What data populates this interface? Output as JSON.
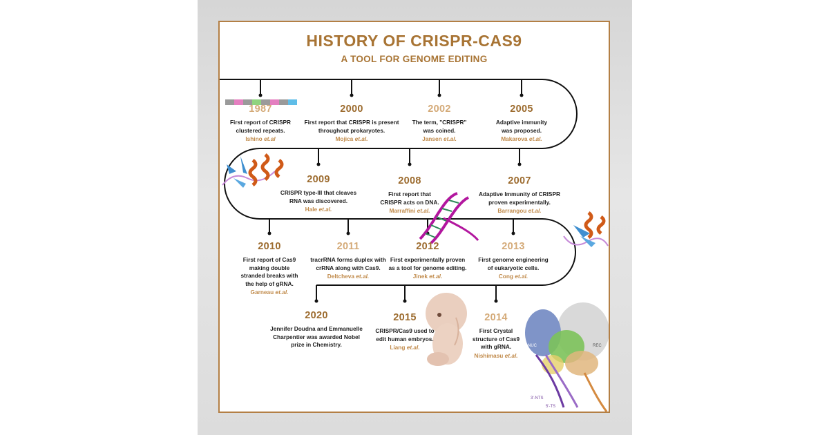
{
  "poster": {
    "title": "HISTORY OF CRISPR-CAS9",
    "subtitle": "A TOOL FOR GENOME EDITING",
    "colors": {
      "dark_gold": "#9c6b2e",
      "light_gold": "#d4aa78",
      "border": "#b37f45"
    }
  },
  "events": [
    {
      "year": "1987",
      "desc": [
        "First report of CRISPR",
        "clustered repeats."
      ],
      "author": "Ishino",
      "etal": "et.al"
    },
    {
      "year": "2000",
      "desc": [
        "First report that CRISPR is present",
        "throughout prokaryotes."
      ],
      "author": "Mojica",
      "etal": "et.al."
    },
    {
      "year": "2002",
      "desc": [
        "The term, \"CRISPR\"",
        "was coined."
      ],
      "author": "Jansen",
      "etal": "et.al."
    },
    {
      "year": "2005",
      "desc": [
        "Adaptive immunity",
        "was proposed."
      ],
      "author": "Makarova",
      "etal": "et.al."
    },
    {
      "year": "2009",
      "desc": [
        "CRISPR type-III that cleaves",
        "RNA was discovered."
      ],
      "author": "Hale",
      "etal": "et.al."
    },
    {
      "year": "2008",
      "desc": [
        "First report that",
        "CRISPR acts on DNA."
      ],
      "author": "Marraffini",
      "etal": "et.al."
    },
    {
      "year": "2007",
      "desc": [
        "Adaptive Immunity of CRISPR",
        "proven experimentally."
      ],
      "author": "Barrangou",
      "etal": "et.al."
    },
    {
      "year": "2010",
      "desc": [
        "First report of Cas9",
        "making double",
        "stranded breaks with",
        "the help of gRNA."
      ],
      "author": "Garneau",
      "etal": "et.al."
    },
    {
      "year": "2011",
      "desc": [
        "tracrRNA forms duplex with",
        "crRNA along with Cas9."
      ],
      "author": "Deltcheva",
      "etal": "et.al."
    },
    {
      "year": "2012",
      "desc": [
        "First experimentally proven",
        "as a tool for genome editing."
      ],
      "author": "Jinek",
      "etal": "et.al."
    },
    {
      "year": "2013",
      "desc": [
        "First genome engineering",
        "of eukaryotic cells."
      ],
      "author": "Cong",
      "etal": "et.al."
    },
    {
      "year": "2020",
      "desc": [
        "Jennifer Doudna and Emmanuelle",
        "Charpentier was awarded Nobel",
        "prize in Chemistry."
      ],
      "author": "",
      "etal": ""
    },
    {
      "year": "2015",
      "desc": [
        "CRISPR/Cas9 used to",
        "edit human embryos."
      ],
      "author": "Liang",
      "etal": "et.al."
    },
    {
      "year": "2014",
      "desc": [
        "First Crystal",
        "structure of Cas9",
        "with gRNA."
      ],
      "author": "Nishimasu",
      "etal": "et.al."
    }
  ],
  "structure_labels": {
    "nuc": "NUC",
    "rec": "REC",
    "nts": "3'-NTS",
    "ts": "5'-TS"
  }
}
